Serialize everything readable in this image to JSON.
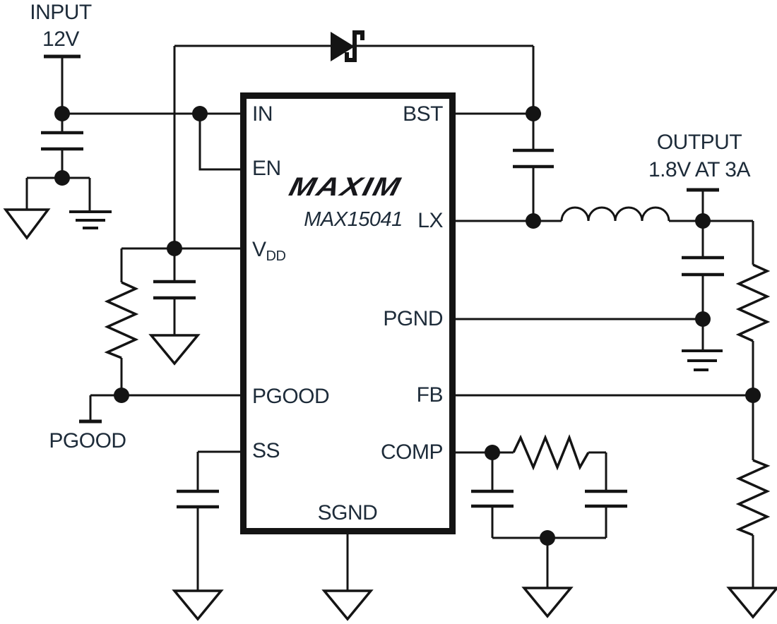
{
  "colors": {
    "wire": "#141414",
    "label": "#1d2b39",
    "background": "#ffffff"
  },
  "input": {
    "label": "INPUT",
    "voltage": "12V"
  },
  "output": {
    "label": "OUTPUT",
    "spec": "1.8V AT 3A"
  },
  "pgood_terminal": {
    "label": "PGOOD"
  },
  "ic": {
    "logo": "MAXIM",
    "part_number": "MAX15041",
    "pins_left": [
      {
        "label": "IN"
      },
      {
        "label": "EN"
      },
      {
        "label": "V",
        "sub": "DD"
      },
      {
        "label": "PGOOD"
      },
      {
        "label": "SS"
      }
    ],
    "pins_right": [
      {
        "label": "BST"
      },
      {
        "label": "LX"
      },
      {
        "label": "PGND"
      },
      {
        "label": "FB"
      },
      {
        "label": "COMP"
      }
    ],
    "pin_bottom": {
      "label": "SGND"
    }
  },
  "components": [
    {
      "name": "bootstrap-schottky-diode",
      "symbol": "schottky-diode"
    },
    {
      "name": "input-capacitor",
      "symbol": "capacitor"
    },
    {
      "name": "vdd-bypass-capacitor",
      "symbol": "capacitor"
    },
    {
      "name": "pgood-pullup-resistor",
      "symbol": "resistor"
    },
    {
      "name": "bootstrap-capacitor",
      "symbol": "capacitor"
    },
    {
      "name": "output-inductor",
      "symbol": "inductor"
    },
    {
      "name": "output-capacitor",
      "symbol": "capacitor"
    },
    {
      "name": "feedback-resistor-top",
      "symbol": "resistor"
    },
    {
      "name": "feedback-resistor-bottom",
      "symbol": "resistor"
    },
    {
      "name": "soft-start-capacitor",
      "symbol": "capacitor"
    },
    {
      "name": "comp-resistor",
      "symbol": "resistor"
    },
    {
      "name": "comp-series-capacitor",
      "symbol": "capacitor"
    },
    {
      "name": "comp-parallel-capacitor",
      "symbol": "capacitor"
    },
    {
      "name": "signal-ground-symbols",
      "symbol": "triangle-ground"
    },
    {
      "name": "earth-ground-symbols",
      "symbol": "earth-ground"
    }
  ]
}
